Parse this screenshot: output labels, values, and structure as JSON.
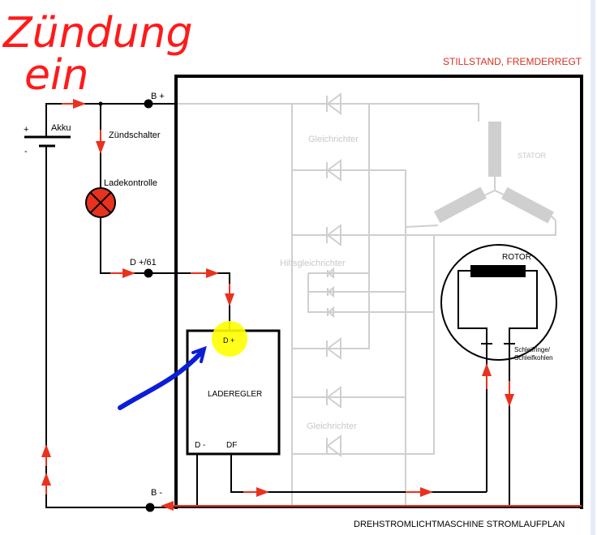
{
  "annotation": {
    "line1": "Zündung",
    "line2": "ein"
  },
  "title_top": "STILLSTAND, FREMDERREGT",
  "title_bottom": "DREHSTROMLICHTMASCHINE STROMLAUFPLAN",
  "labels": {
    "b_plus": "B +",
    "b_minus": "B -",
    "akku": "Akku",
    "plus": "+",
    "minus": "-",
    "zuendschalter": "Zündschalter",
    "ladekontrolle": "Ladekontrolle",
    "d_plus_61": "D +/61",
    "gleichrichter_top": "Gleichrichter",
    "gleichrichter_bottom": "Gleichrichter",
    "hilfsgleichrichter": "Hilfsgleichrichter",
    "stator": "STATOR",
    "rotor": "ROTOR",
    "schleifringe": "Schleifringe/",
    "schleifkohlen": "Schleifkohlen",
    "laderegler": "LADEREGLER",
    "regler_d_plus": "D +",
    "regler_d_minus": "D -",
    "regler_df": "DF"
  },
  "colors": {
    "current_arrow": "#e8321e",
    "annotation": "#ff1a1a",
    "highlight": "#ffff00",
    "pointer": "#0a1ed8",
    "inactive": "#cfcfcf"
  }
}
